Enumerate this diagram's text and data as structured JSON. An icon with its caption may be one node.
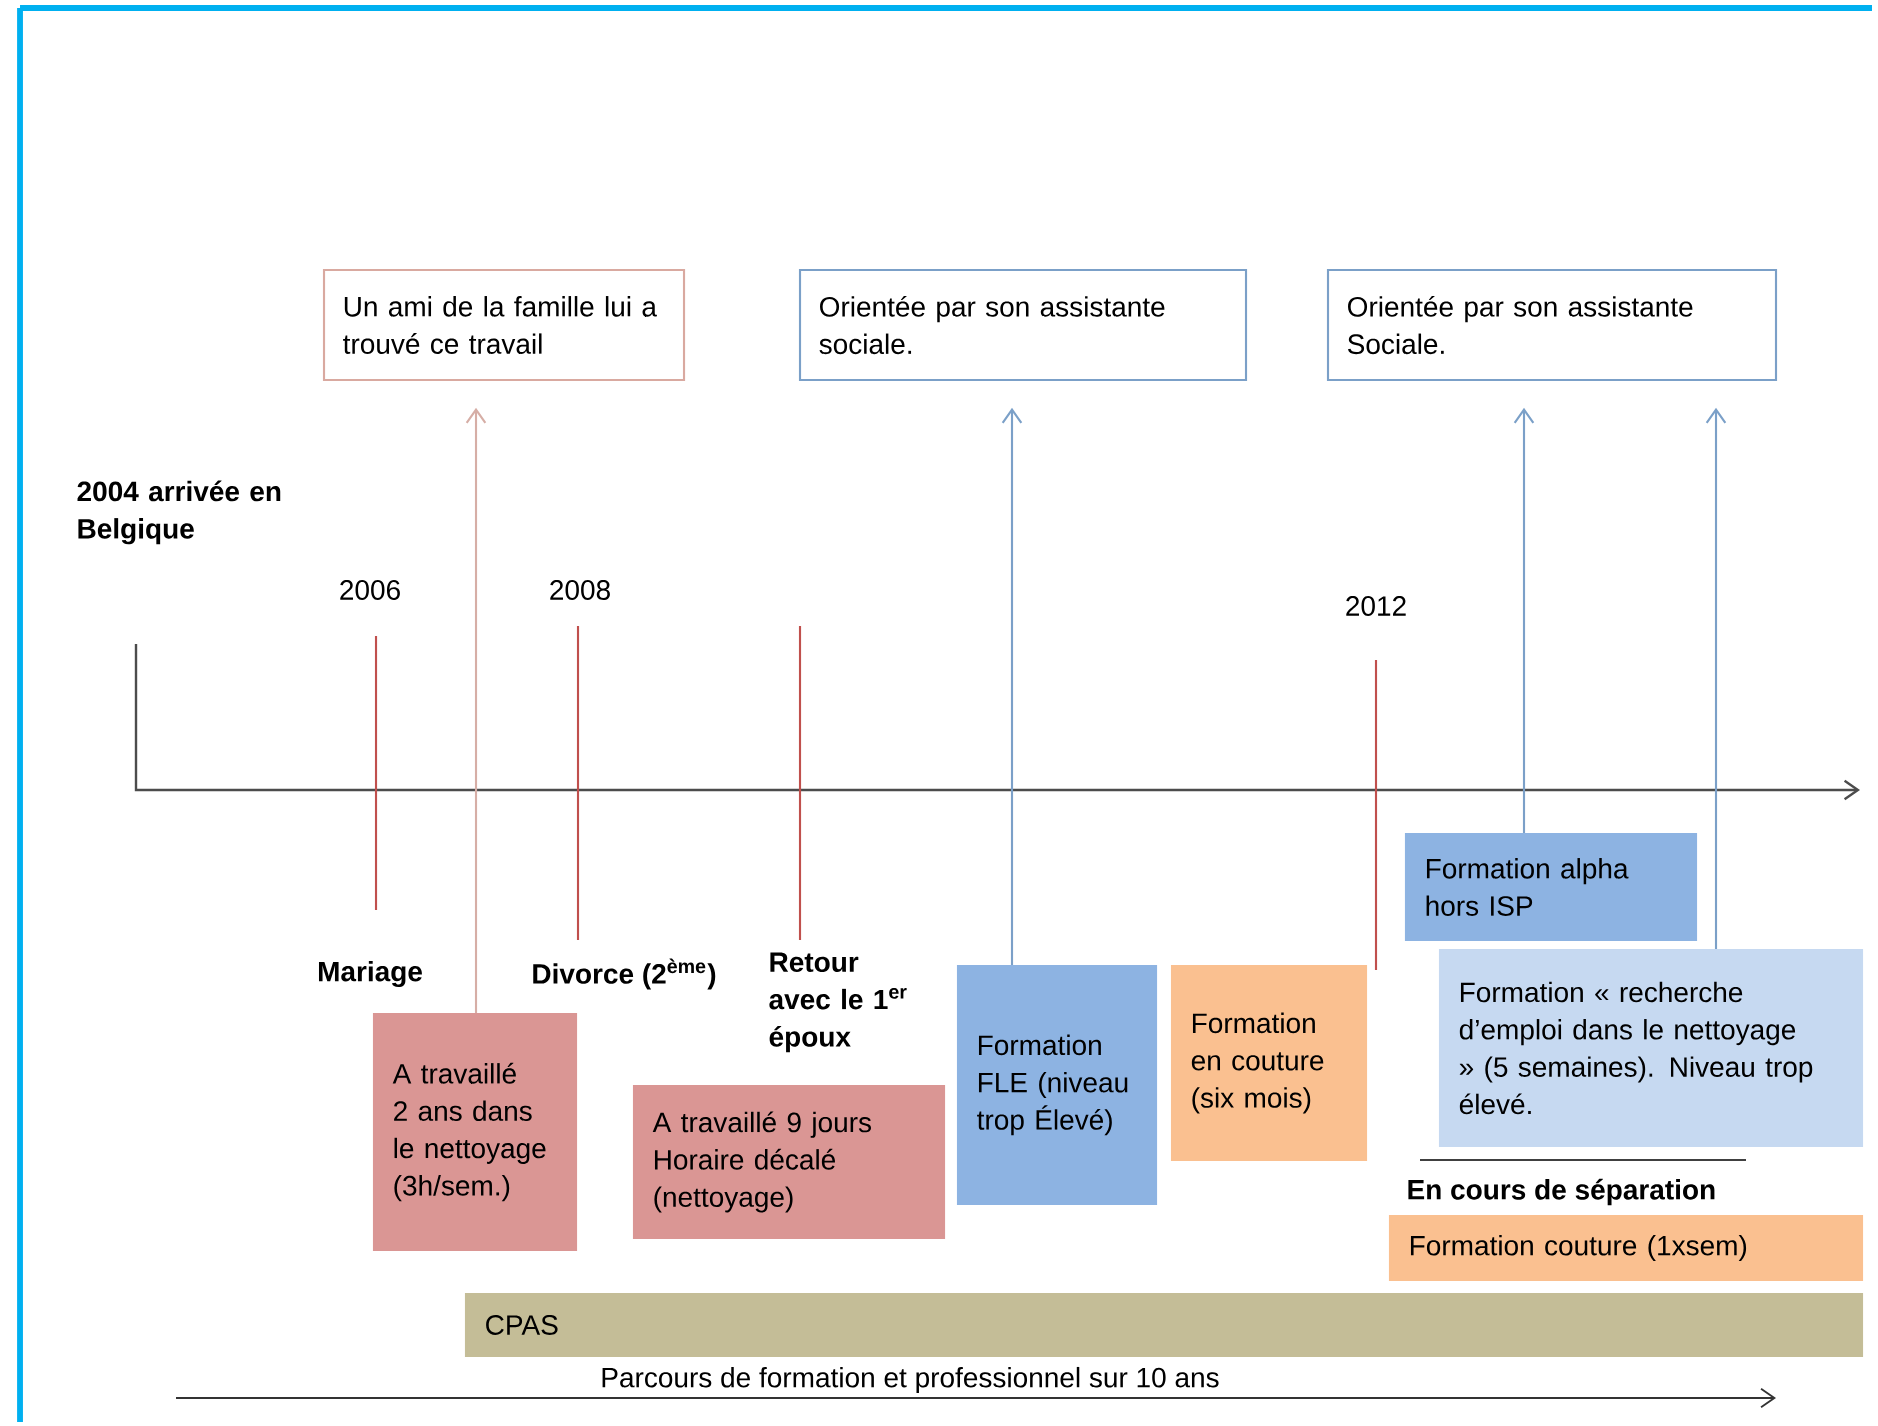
{
  "diagram": {
    "nodes": [
      {
        "text": [
          "Un ami de la famille lui a trouvé ce travail"
        ]
      },
      {
        "text": [
          "Orientée par son assistante sociale."
        ]
      },
      {
        "text": [
          "Orientée par son assistante Sociale."
        ]
      },
      {
        "text": [
          "A travaillé 2 ans dans le nettoyage (3h/sem.)"
        ]
      },
      {
        "text": [
          "A travaillé 9 jours Horaire décalé (nettoyage)"
        ]
      },
      {
        "text": [
          "Formation FLE (niveau trop Élevé)"
        ]
      },
      {
        "text": [
          "Formation en couture (six mois)"
        ]
      },
      {
        "text": [
          "Formation alpha hors ISP"
        ]
      },
      {
        "text": [
          "Formation « recherche d’emploi dans le nettoyage » (5 semaines). Niveau trop élevé."
        ]
      },
      {
        "text": [
          "Formation couture (1xsem)"
        ]
      },
      {
        "text": [
          "CPAS"
        ]
      }
    ],
    "edges": [
      {
        "from": 3,
        "to": 0,
        "arrow": "to",
        "color": "#d6aea6"
      },
      {
        "from": 5,
        "to": 1,
        "arrow": "to"
      },
      {
        "from": 7,
        "to": 2,
        "arrow": "to"
      },
      {
        "from": 8,
        "to": 2,
        "arrow": "to"
      }
    ],
    "labels": [
      "2004 arrivée en Belgique",
      "2006",
      "2008",
      "2012",
      "Mariage",
      "Divorce (2$^{ème}$)",
      "Retour avec le 1$^{er}$ époux",
      "En cours de séparation",
      "Parcours de formation et professionnel sur 10 ans"
    ]
  }
}
